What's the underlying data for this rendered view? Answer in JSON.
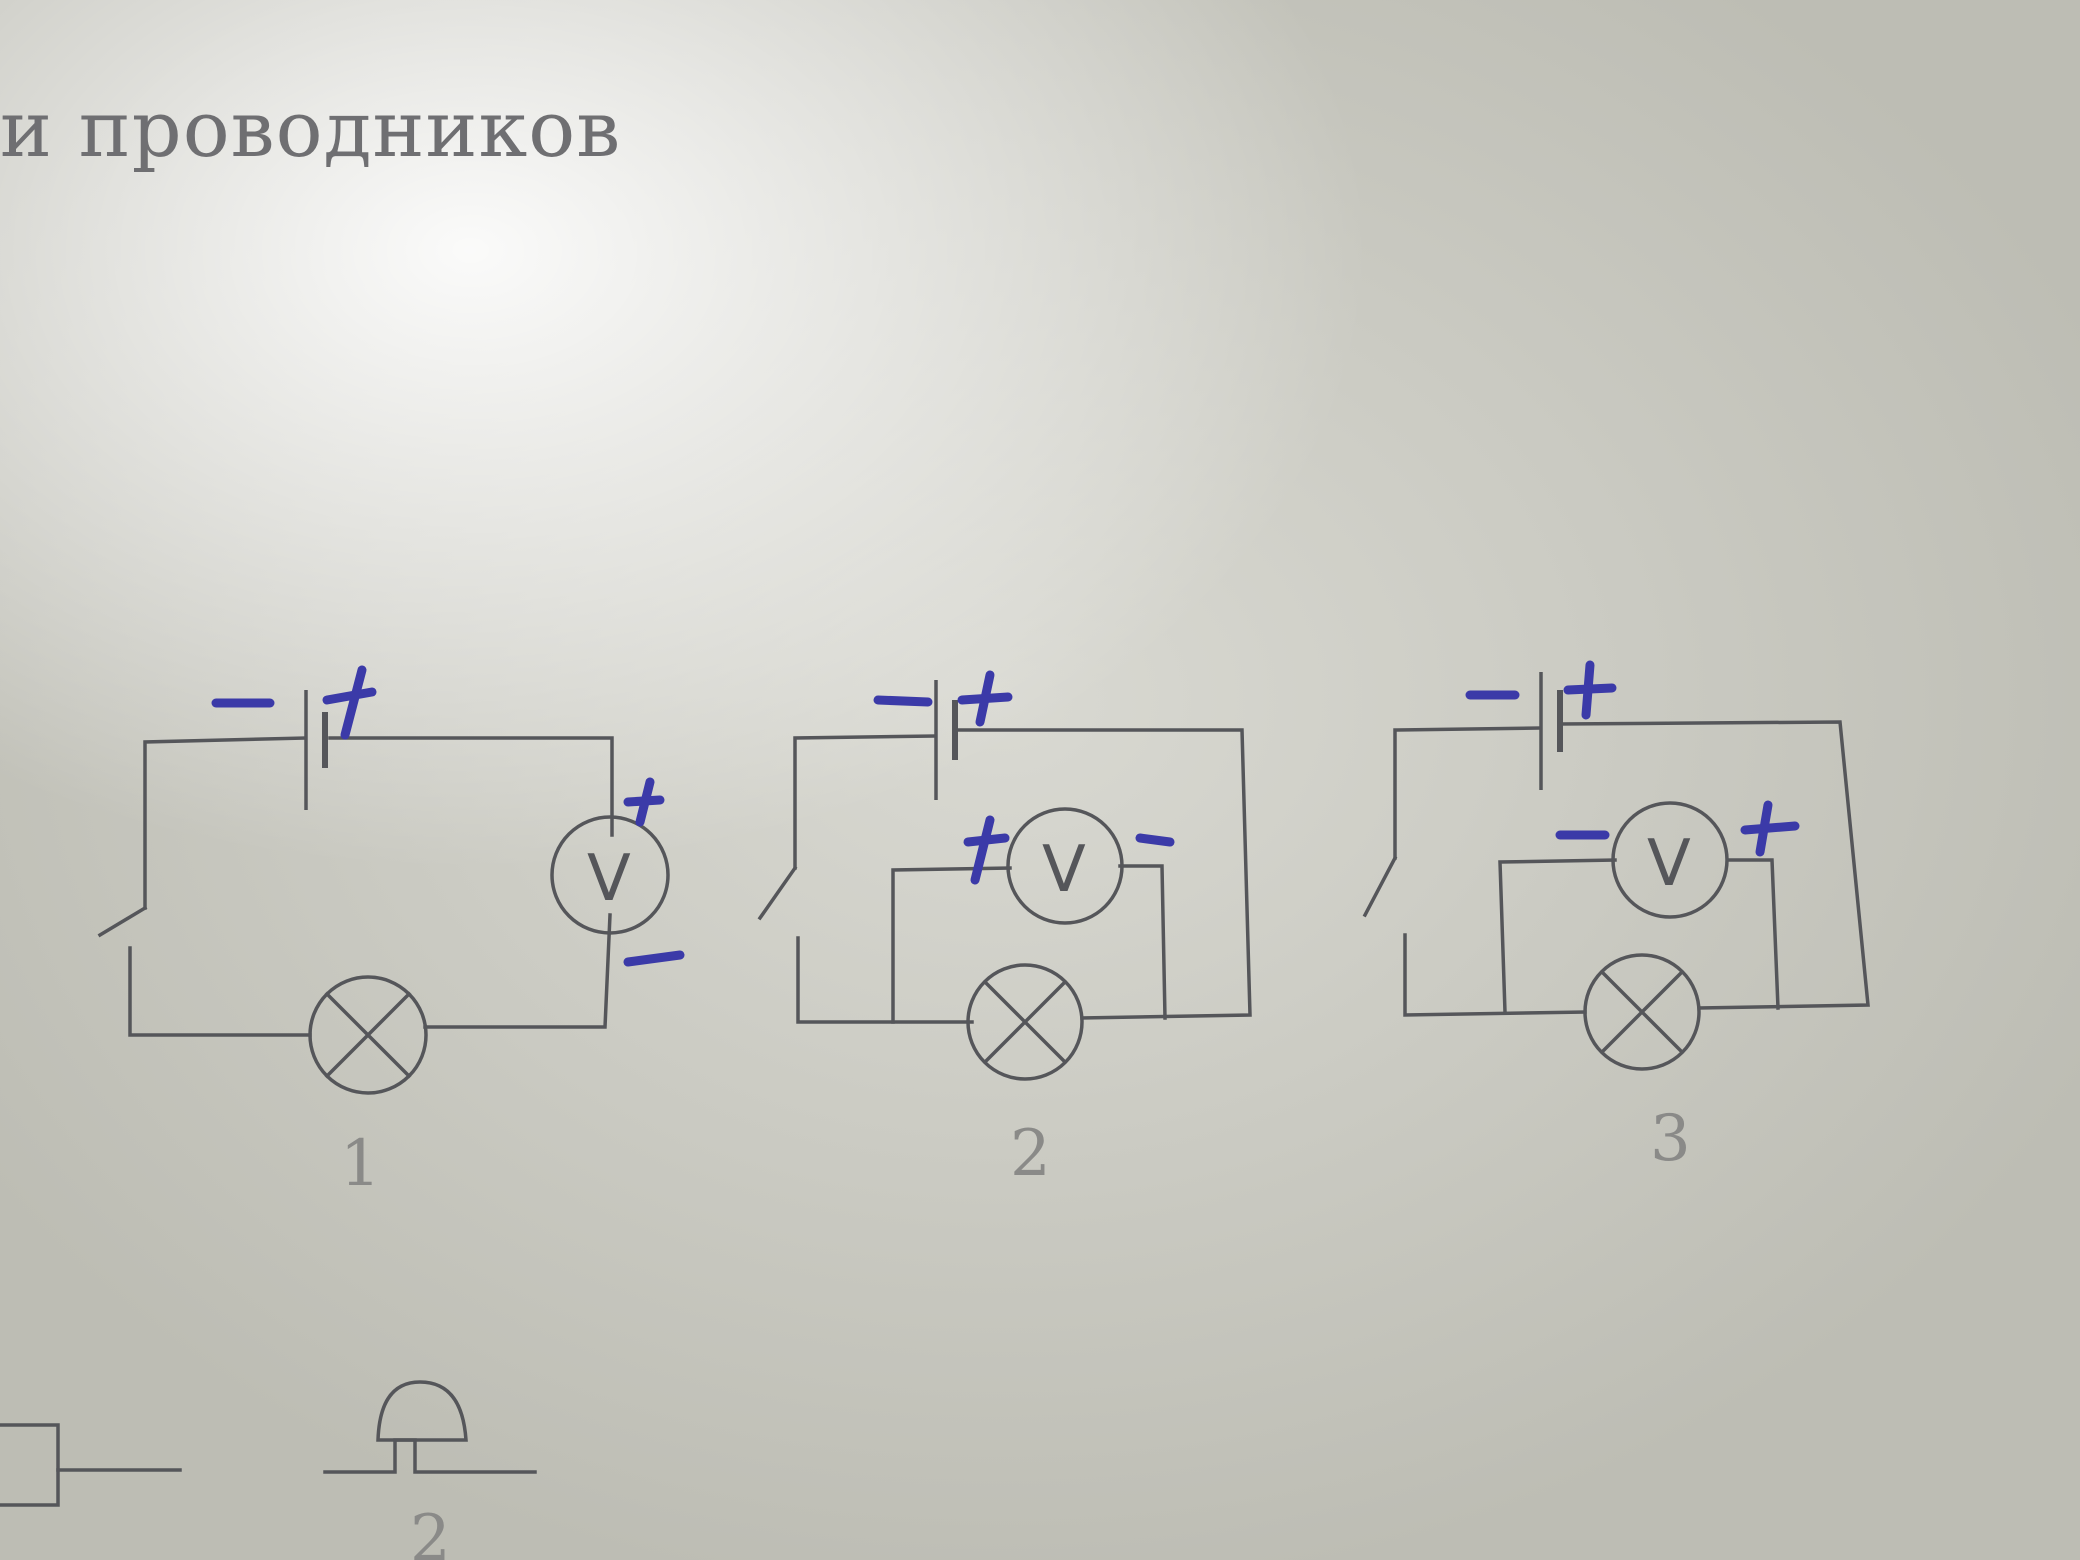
{
  "heading": "и проводников",
  "figure_numbers": [
    "1",
    "2",
    "3"
  ],
  "bottom_number": "2",
  "symbols": {
    "voltmeter": "V",
    "plus": "+",
    "minus": "−"
  },
  "icons": {
    "battery": "battery-cell-icon",
    "lamp": "lamp-icon",
    "voltmeter": "voltmeter-icon",
    "switch": "open-switch-icon",
    "bell": "bell-icon"
  },
  "colors": {
    "ink": "#55565a",
    "pen": "#3b3aa8",
    "paper": "#d9d9d2"
  }
}
